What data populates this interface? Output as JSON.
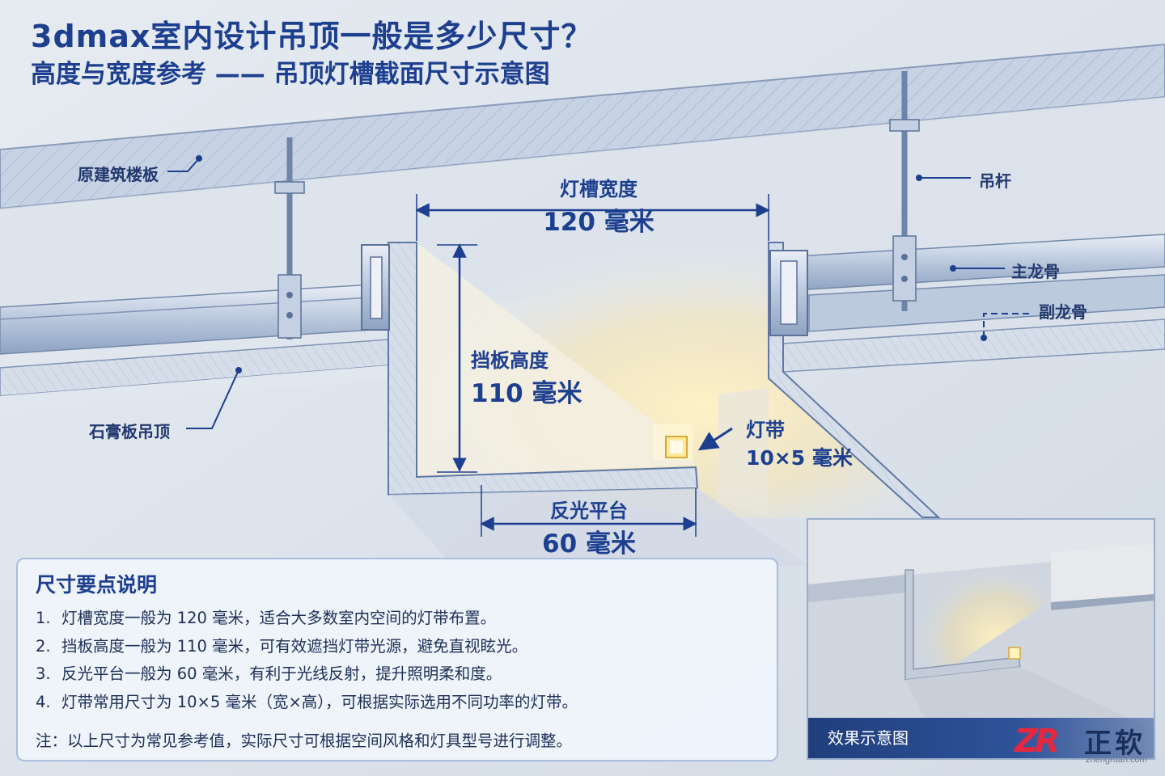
{
  "header": {
    "title": "3dmax室内设计吊顶一般是多少尺寸？",
    "subtitle": "高度与宽度参考 —— 吊顶灯槽截面尺寸示意图"
  },
  "labels": {
    "floor_slab": "原建筑楼板",
    "hanger_rod": "吊杆",
    "main_keel": "主龙骨",
    "secondary_keel": "副龙骨",
    "gypsum_ceiling": "石膏板吊顶",
    "led_strip_name": "灯带",
    "led_strip_size": "10×5 毫米"
  },
  "dimensions": {
    "slot_width_name": "灯槽宽度",
    "slot_width_value": "120 毫米",
    "baffle_height_name": "挡板高度",
    "baffle_height_value": "110 毫米",
    "platform_name": "反光平台",
    "platform_value": "60 毫米"
  },
  "notes": {
    "heading": "尺寸要点说明",
    "items": [
      {
        "num": "1.",
        "text": "灯槽宽度一般为 120 毫米，适合大多数室内空间的灯带布置。"
      },
      {
        "num": "2.",
        "text": "挡板高度一般为 110 毫米，可有效遮挡灯带光源，避免直视眩光。"
      },
      {
        "num": "3.",
        "text": "反光平台一般为 60 毫米，有利于光线反射，提升照明柔和度。"
      },
      {
        "num": "4.",
        "text": "灯带常用尺寸为 10×5 毫米（宽×高），可根据实际选用不同功率的灯带。"
      }
    ],
    "remark": "注：以上尺寸为常见参考值，实际尺寸可根据空间风格和灯具型号进行调整。"
  },
  "inset": {
    "caption": "效果示意图"
  },
  "logo": {
    "mark": "ZR",
    "name": "正软",
    "url": "zhengruan.com"
  },
  "colors": {
    "accent": "#1d3f8f",
    "background": "#e4ebf4",
    "slab": "#c9d5e6",
    "led_glow": "#ffe9a8",
    "logo_red": "#e4283f"
  }
}
